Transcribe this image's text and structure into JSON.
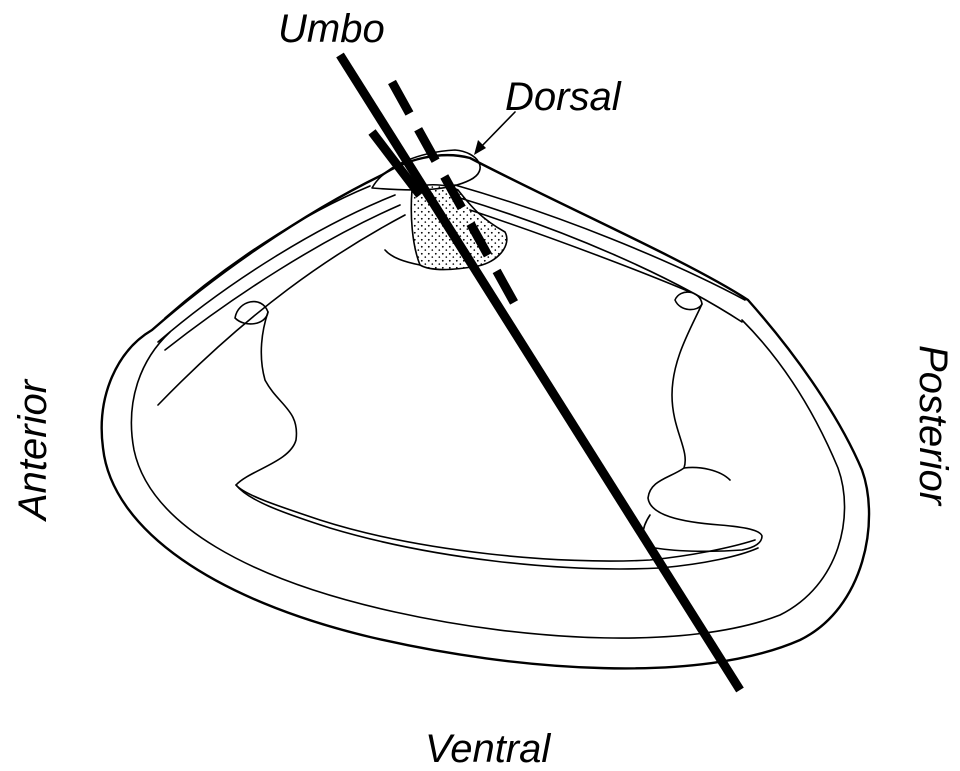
{
  "labels": {
    "umbo": "Umbo",
    "dorsal": "Dorsal",
    "anterior": "Anterior",
    "posterior": "Posterior",
    "ventral": "Ventral"
  },
  "colors": {
    "ink": "#000000",
    "background": "#ffffff"
  }
}
